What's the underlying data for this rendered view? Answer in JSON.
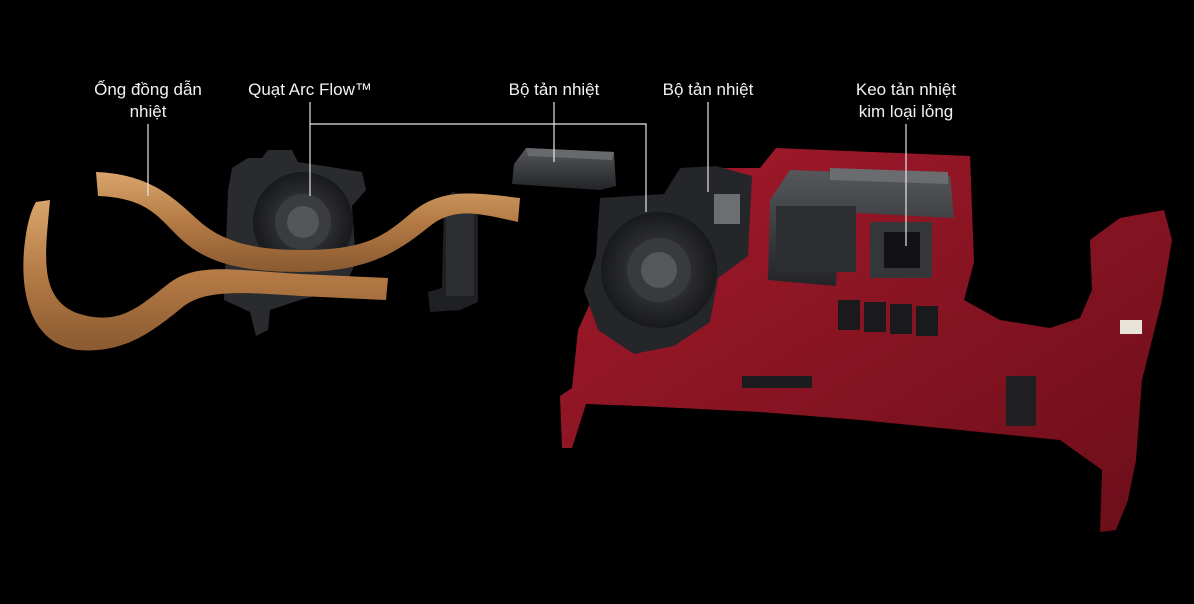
{
  "labels": {
    "heatpipe": [
      "Ống đồng dẫn",
      "nhiệt"
    ],
    "fan": [
      "Quạt Arc Flow™"
    ],
    "heatsink_1": [
      "Bộ tản nhiệt"
    ],
    "heatsink_2": [
      "Bộ tản nhiệt"
    ],
    "liquid_metal": [
      "Keo tản nhiệt",
      "kim loại lỏng"
    ]
  },
  "colors": {
    "background": "#000000",
    "copper": "#c18a52",
    "board": "#8e1322",
    "metal": "#3a3b3e",
    "leader": "#e6e6e6"
  }
}
